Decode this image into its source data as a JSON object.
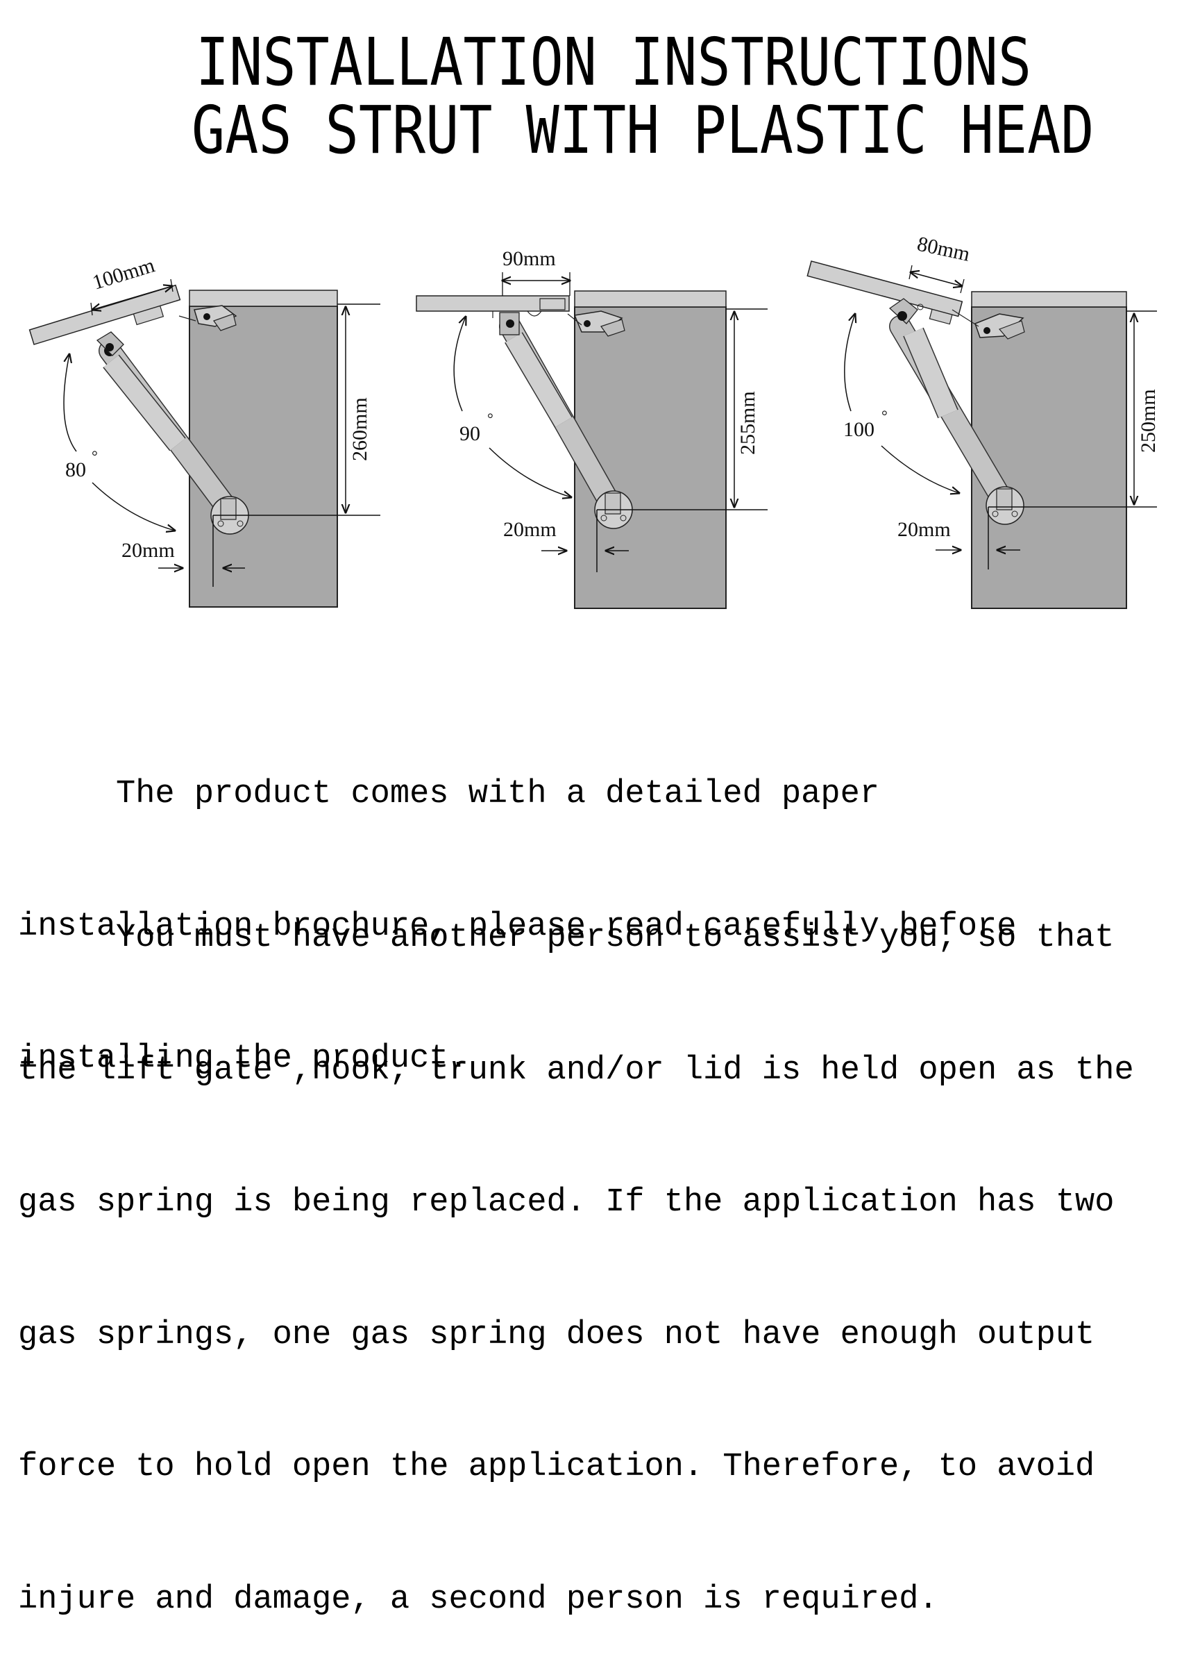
{
  "header": {
    "title_line1": "INSTALLATION INSTRUCTIONS",
    "title_line2": "GAS STRUT WITH PLASTIC HEAD"
  },
  "diagrams": [
    {
      "angle": "80",
      "degree_symbol": "°",
      "hinge_offset": "100mm",
      "height": "260mm",
      "edge_offset": "20mm"
    },
    {
      "angle": "90",
      "degree_symbol": "°",
      "hinge_offset": "90mm",
      "height": "255mm",
      "edge_offset": "20mm"
    },
    {
      "angle": "100",
      "degree_symbol": "°",
      "hinge_offset": "80mm",
      "height": "250mm",
      "edge_offset": "20mm"
    }
  ],
  "body": {
    "paragraph1": [
      "     The product comes with a detailed paper",
      "installation brochure, please read carefully before",
      "installing the product."
    ],
    "paragraph2": [
      "     You must have another person to assist you, so that",
      "the lift gate ,hook, trunk and/or lid is held open as the",
      "gas spring is being replaced. If the application has two",
      "gas springs, one gas spring does not have enough output",
      "force to hold open the application. Therefore, to avoid",
      "injure and damage, a second person is required."
    ]
  },
  "colors": {
    "cabinet": "#a8a8a8",
    "top_board": "#cfcfcf",
    "line": "#1a1a1a",
    "strut": "#c4c4c4"
  }
}
